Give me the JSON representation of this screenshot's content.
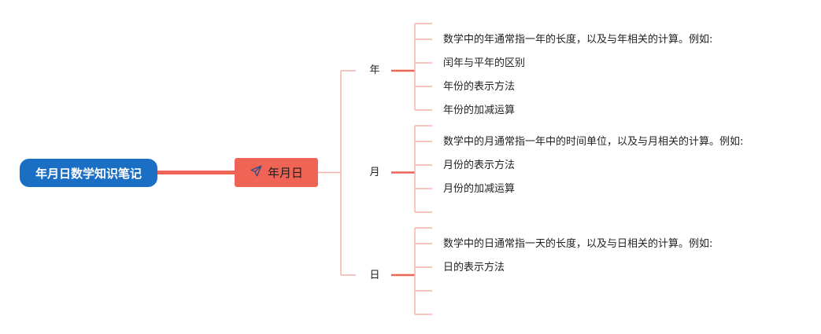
{
  "root": {
    "label": "年月日数学知识笔记"
  },
  "main": {
    "label": "年月日",
    "icon": "paper-plane-icon"
  },
  "colors": {
    "root_fill": "#1a6fc4",
    "main_fill": "#f06455",
    "thick_line": "#f06455",
    "thin_line": "#f4b3a8"
  },
  "branches": [
    {
      "label": "年",
      "items": [
        "数学中的年通常指一年的长度，以及与年相关的计算。例如:",
        "闰年与平年的区别",
        "年份的表示方法",
        "年份的加减运算"
      ]
    },
    {
      "label": "月",
      "items": [
        "数学中的月通常指一年中的时间单位，以及与月相关的计算。例如:",
        "月份的表示方法",
        "月份的加减运算",
        ""
      ]
    },
    {
      "label": "日",
      "items": [
        "数学中的日通常指一天的长度，以及与日相关的计算。例如:",
        "日的表示方法",
        "",
        ""
      ]
    }
  ]
}
